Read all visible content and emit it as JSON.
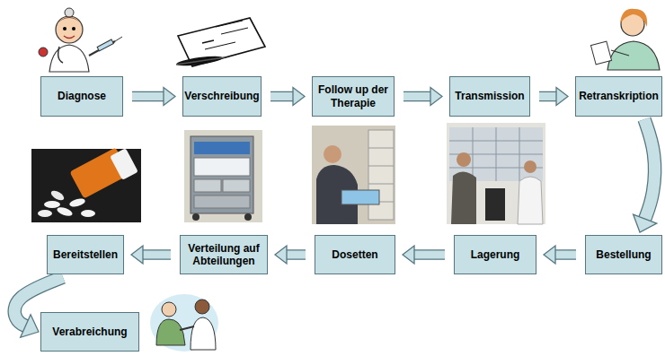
{
  "diagram": {
    "nodes": [
      {
        "text": [
          "Diagnose"
        ]
      },
      {
        "text": [
          "Verschreibung"
        ]
      },
      {
        "text": [
          "Follow up der Therapie"
        ]
      },
      {
        "text": [
          "Transmission"
        ]
      },
      {
        "text": [
          "Retranskription"
        ]
      },
      {
        "text": [
          "Bestellung"
        ]
      },
      {
        "text": [
          "Lagerung"
        ]
      },
      {
        "text": [
          "Dosetten"
        ]
      },
      {
        "text": [
          "Verteilung auf Abteilungen"
        ]
      },
      {
        "text": [
          "Bereitstellen"
        ]
      },
      {
        "text": [
          "Verabreichung"
        ]
      }
    ],
    "edges": [
      {
        "from": 0,
        "to": 1,
        "arrow": "to"
      },
      {
        "from": 1,
        "to": 2,
        "arrow": "to"
      },
      {
        "from": 2,
        "to": 3,
        "arrow": "to"
      },
      {
        "from": 3,
        "to": 4,
        "arrow": "to"
      },
      {
        "from": 4,
        "to": 5,
        "arrow": "to"
      },
      {
        "from": 5,
        "to": 6,
        "arrow": "to"
      },
      {
        "from": 6,
        "to": 7,
        "arrow": "to"
      },
      {
        "from": 7,
        "to": 8,
        "arrow": "to"
      },
      {
        "from": 8,
        "to": 9,
        "arrow": "to"
      },
      {
        "from": 9,
        "to": 10,
        "arrow": "to"
      }
    ]
  }
}
